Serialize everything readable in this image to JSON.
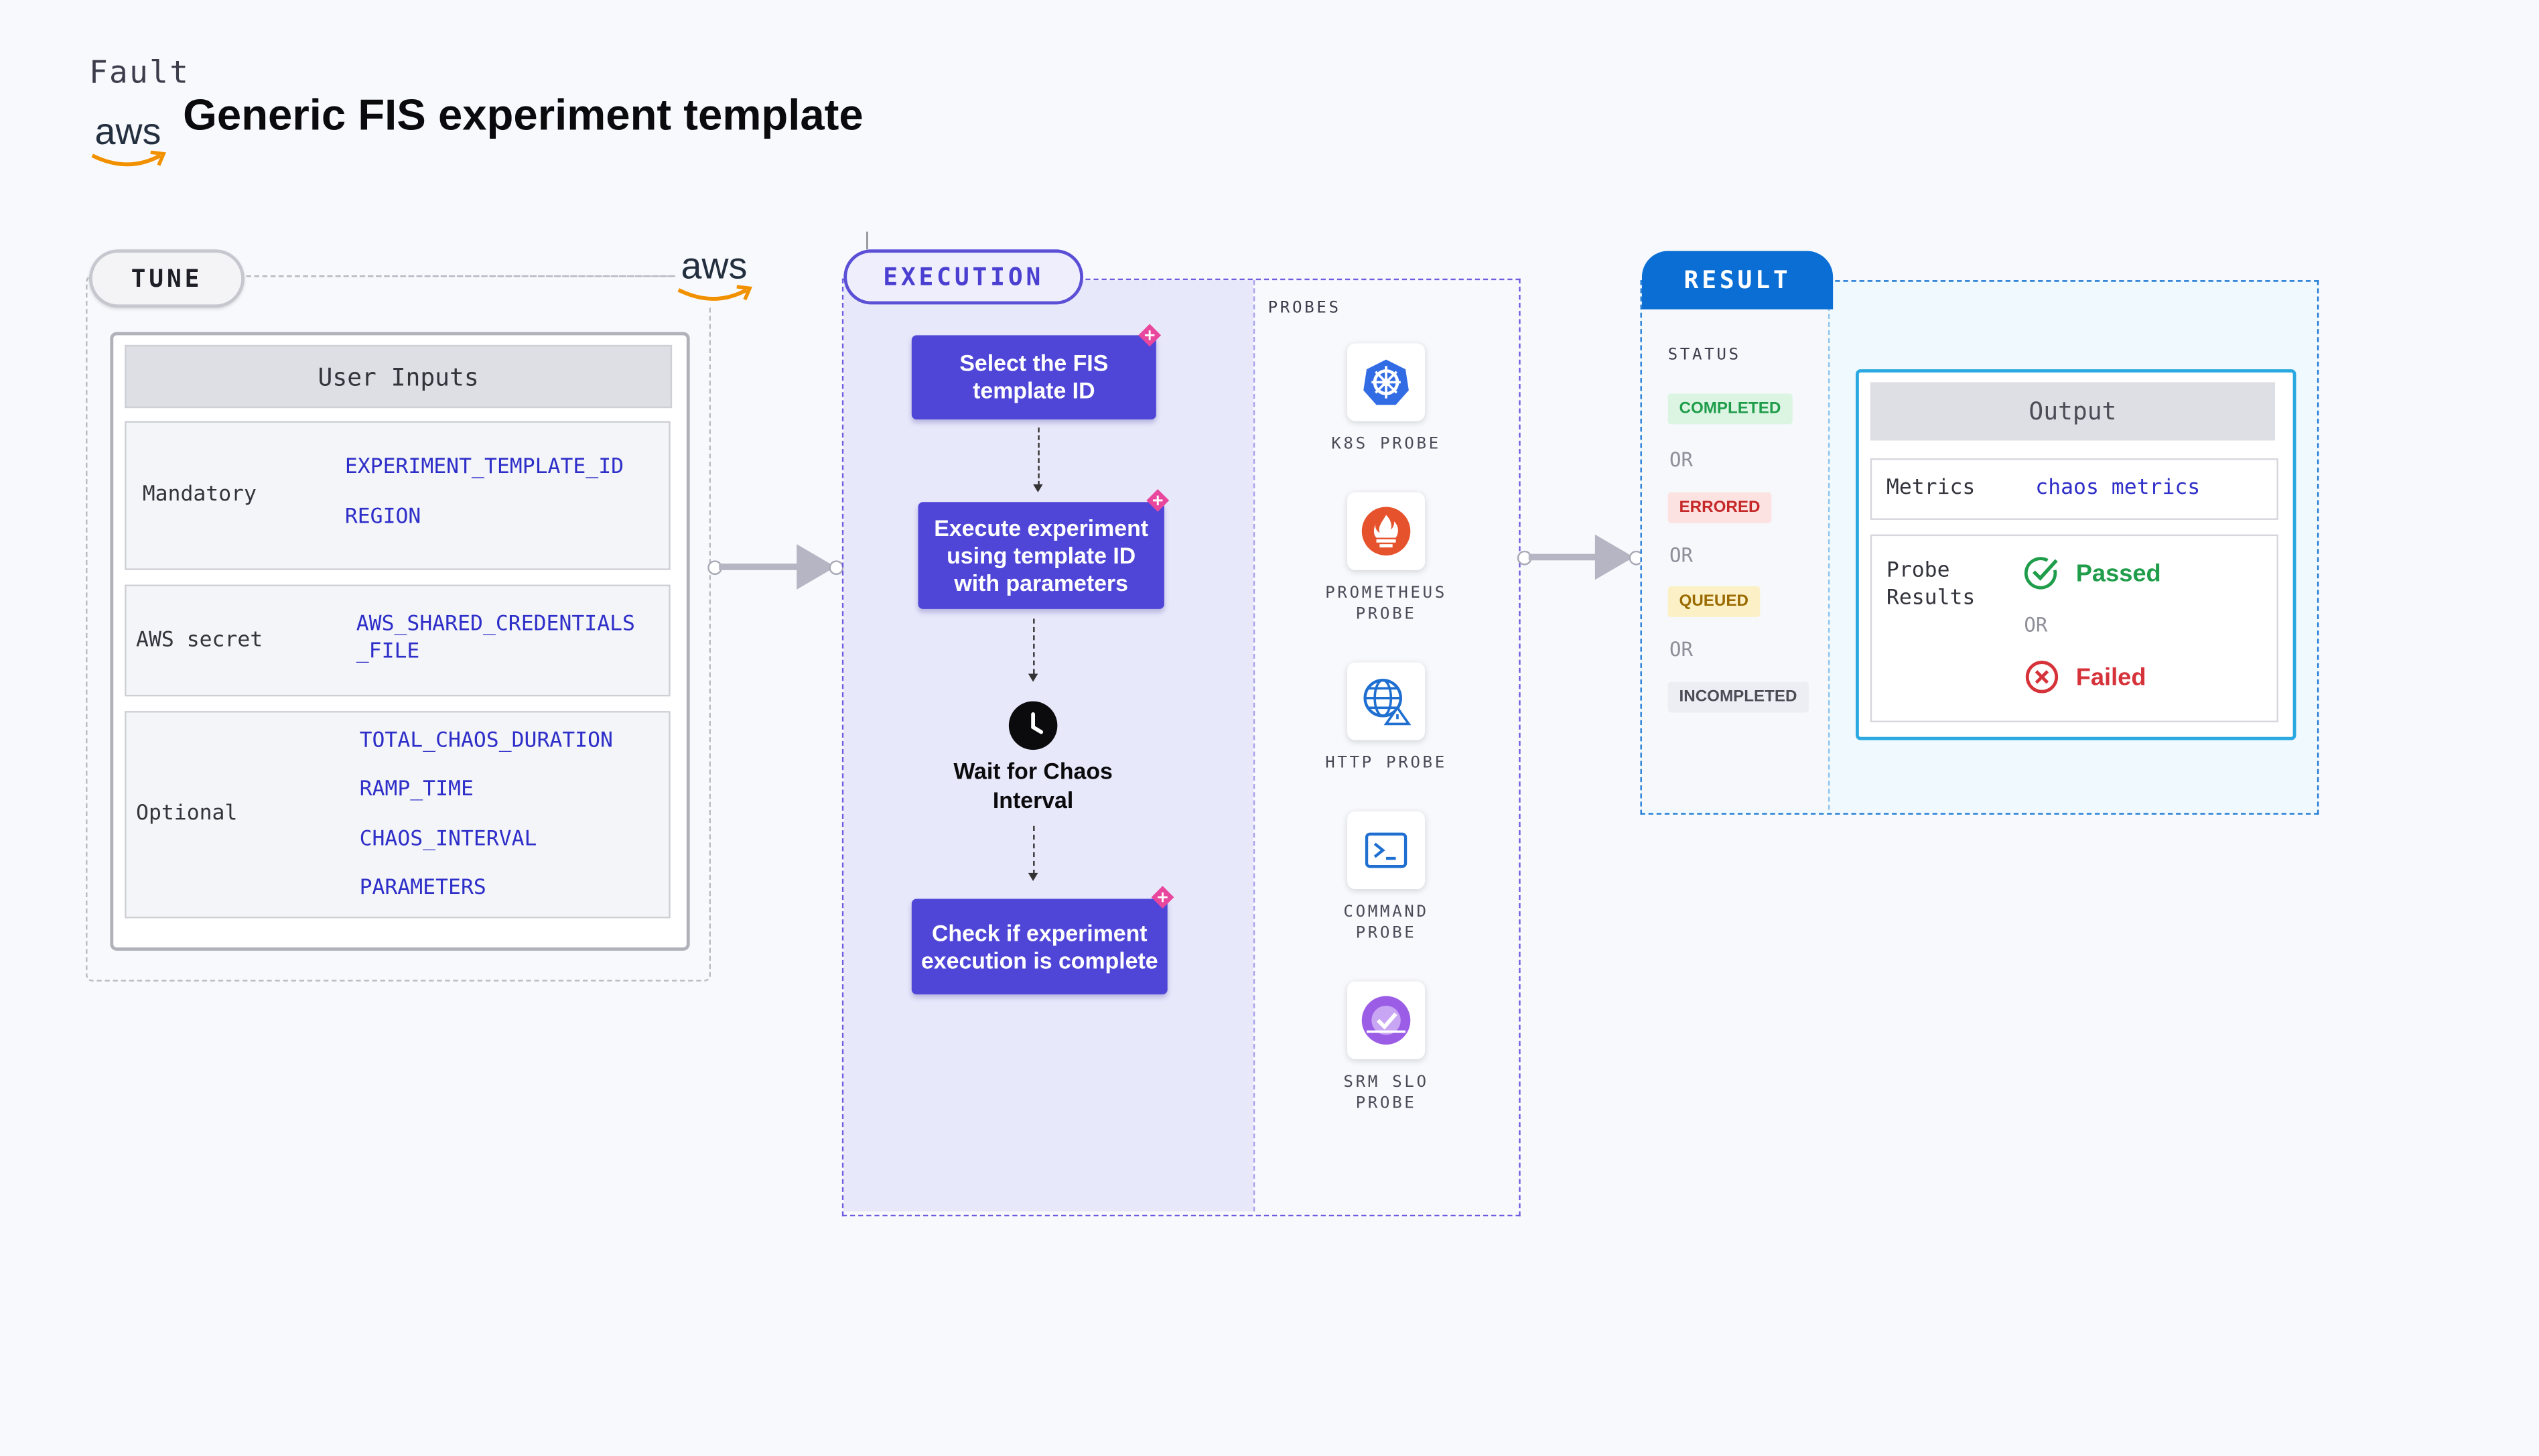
{
  "header": {
    "fault_label": "Fault",
    "aws_logo_text": "aws",
    "title": "Generic FIS experiment template"
  },
  "tune": {
    "pill": "TUNE",
    "aws_logo_text": "aws",
    "user_inputs_title": "User Inputs",
    "groups": [
      {
        "label": "Mandatory",
        "params": [
          "EXPERIMENT_TEMPLATE_ID",
          "REGION"
        ]
      },
      {
        "label": "AWS secret",
        "params": [
          "AWS_SHARED_CREDENTIALS",
          "_FILE"
        ]
      },
      {
        "label": "Optional",
        "params": [
          "TOTAL_CHAOS_DURATION",
          "RAMP_TIME",
          "CHAOS_INTERVAL",
          "PARAMETERS"
        ]
      }
    ]
  },
  "execution": {
    "pill": "EXECUTION",
    "steps": [
      "Select the FIS\ntemplate ID",
      "Execute experiment\nusing template ID\nwith parameters",
      "Wait for Chaos\nInterval",
      "Check if experiment\nexecution is complete"
    ]
  },
  "probes": {
    "title": "PROBES",
    "items": [
      {
        "label": "K8S PROBE",
        "icon": "kubernetes-icon"
      },
      {
        "label": "PROMETHEUS\nPROBE",
        "icon": "prometheus-icon"
      },
      {
        "label": "HTTP PROBE",
        "icon": "globe-icon"
      },
      {
        "label": "COMMAND\nPROBE",
        "icon": "terminal-icon"
      },
      {
        "label": "SRM SLO\nPROBE",
        "icon": "slo-icon"
      }
    ]
  },
  "result": {
    "pill": "RESULT",
    "status_title": "STATUS",
    "statuses": [
      {
        "label": "COMPLETED",
        "color": "#1f9d4a",
        "bg": "#dcf5e3"
      },
      {
        "label": "ERRORED",
        "color": "#c62828",
        "bg": "#fde2e2"
      },
      {
        "label": "QUEUED",
        "color": "#9a6a00",
        "bg": "#fcf1c6"
      },
      {
        "label": "INCOMPLETED",
        "color": "#4b4c56",
        "bg": "#eceef3"
      }
    ],
    "or_text": "OR",
    "output_title": "Output",
    "metrics_label": "Metrics",
    "metrics_value": "chaos metrics",
    "probe_results_label": "Probe\nResults",
    "passed": "Passed",
    "failed": "Failed"
  },
  "colors": {
    "execution_accent": "#4f46d8",
    "result_accent": "#0a6ed4",
    "param_text": "#2e2ec9"
  }
}
